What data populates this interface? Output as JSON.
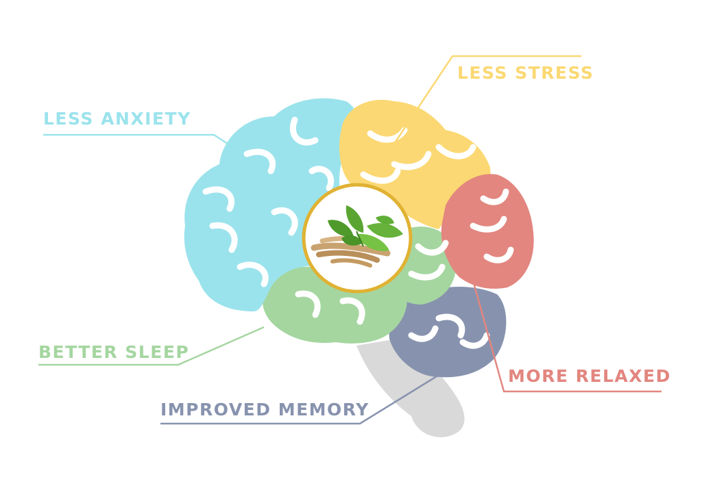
{
  "labels": {
    "less_anxiety": "LESS ANXIETY",
    "less_stress": "LESS STRESS",
    "better_sleep": "BETTER SLEEP",
    "improved_memory": "IMPROVED MEMORY",
    "more_relaxed": "MORE RELAXED"
  },
  "colors": {
    "anxiety": "#9be3ec",
    "stress": "#fbd873",
    "sleep": "#a5d6a0",
    "memory": "#8793ae",
    "relaxed": "#e2867f",
    "brainstem": "#d9d9d9",
    "center_ring": "#e0b233"
  },
  "center_image": "ashwagandha-herb-roots-and-leaves"
}
